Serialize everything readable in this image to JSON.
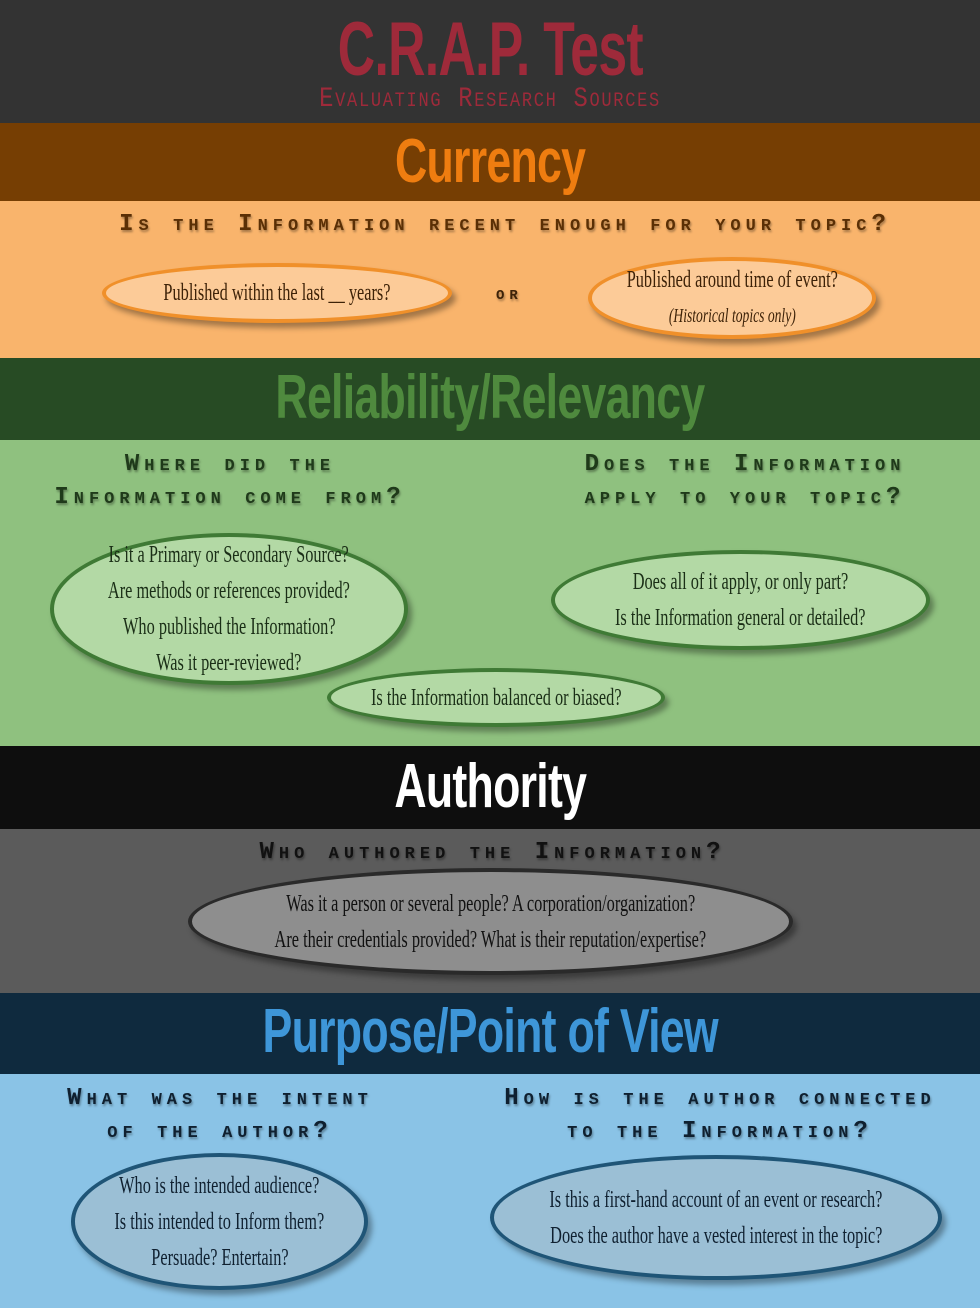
{
  "header": {
    "title": "C.R.A.P. Test",
    "subtitle": "Evaluating Research Sources"
  },
  "currency": {
    "title": "Currency",
    "question": "Is the Information recent enough for your topic?",
    "left": [
      "Published within the last __ years?"
    ],
    "or": "or",
    "right": [
      "Published around time of event?",
      "(Historical topics only)"
    ]
  },
  "reliability": {
    "title": "Reliability/Relevancy",
    "q_left": [
      "Where did the",
      "Information come from?"
    ],
    "q_right": [
      "Does the Information",
      "apply to your topic?"
    ],
    "left": [
      "Is it a Primary or Secondary Source?",
      "Are methods or references provided?",
      "Who published the Information?",
      "Was it peer-reviewed?"
    ],
    "right": [
      "Does all of it apply, or only part?",
      "Is the Information general or detailed?"
    ],
    "bottom": [
      "Is the Information balanced or biased?"
    ]
  },
  "authority": {
    "title": "Authority",
    "question": "Who authored the Information?",
    "center": [
      "Was it a person or several people? A corporation/organization?",
      "Are their credentials provided? What is their reputation/expertise?"
    ]
  },
  "purpose": {
    "title": "Purpose/Point of View",
    "q_left": [
      "What was the intent",
      "of the author?"
    ],
    "q_right": [
      "How is the author connected",
      "to the Information?"
    ],
    "left": [
      "Who is the intended audience?",
      "Is this intended to Inform them?",
      "Persuade? Entertain?"
    ],
    "right": [
      "Is this a first-hand account of an event or research?",
      "Does the author have a vested interest in the topic?"
    ]
  }
}
